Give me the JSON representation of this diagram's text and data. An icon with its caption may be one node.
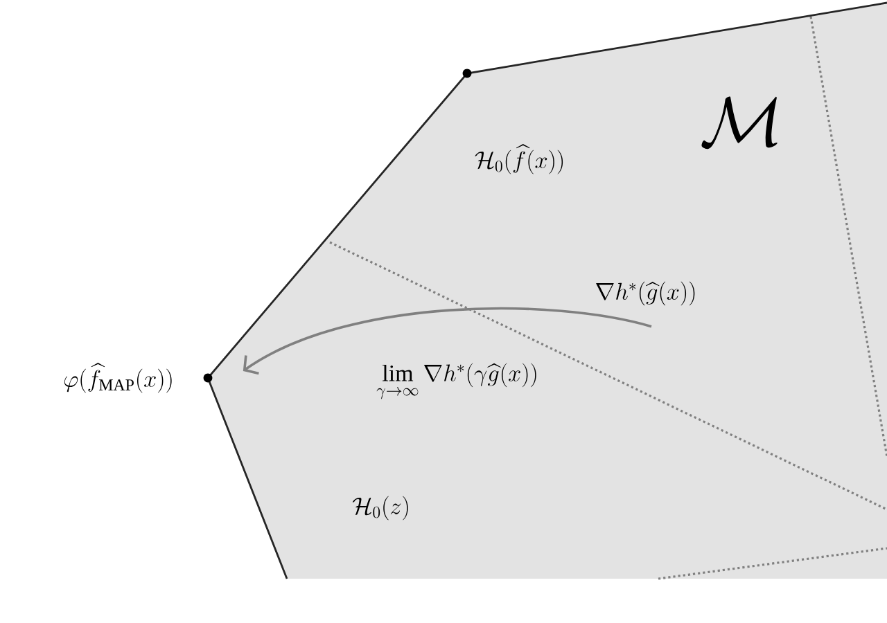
{
  "diagram": {
    "nodes": [
      {
        "text": [
          "\\nabla h^*(\\widehat{g}(x))"
        ]
      },
      {
        "text": [],
        "shape": "circle",
        "beside": [
          "\\varphi(\\widehat{f}_{\\mathrm{MAP}}(x))"
        ]
      }
    ],
    "edges": [
      {
        "from": 0,
        "to": 1,
        "arrow": "to"
      }
    ],
    "labels": [
      "\\mathcal{M}",
      "\\mathcal{H}_0(\\widehat{f}(x))",
      "\\lim\\limits_{\\gamma\\to\\infty} \\nabla h^*(\\gamma\\widehat{g}(x))",
      "\\mathcal{H}_0(z)"
    ]
  }
}
